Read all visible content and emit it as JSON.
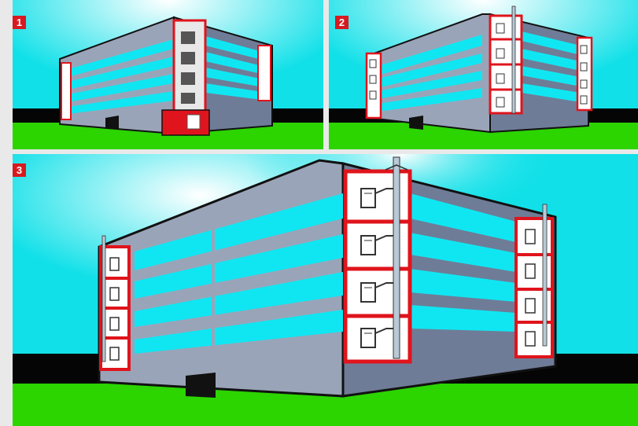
{
  "panels": [
    {
      "id": "p1",
      "number": "1"
    },
    {
      "id": "p2",
      "number": "2"
    },
    {
      "id": "p3",
      "number": "3"
    }
  ],
  "colors": {
    "sky": "#12e0e8",
    "glow": "#ffffff",
    "ground": "#2cd400",
    "horizon": "#050505",
    "window": "#10e6f2",
    "wall_light": "#9aa4b8",
    "wall_dark": "#6f7c97",
    "accent": "#e0141c",
    "icon_fill": "#ffffff",
    "badge": "#d71920"
  },
  "icons": [
    "building-icon",
    "boiler-unit-icon",
    "flue-pipe-icon",
    "number-badge-icon"
  ]
}
